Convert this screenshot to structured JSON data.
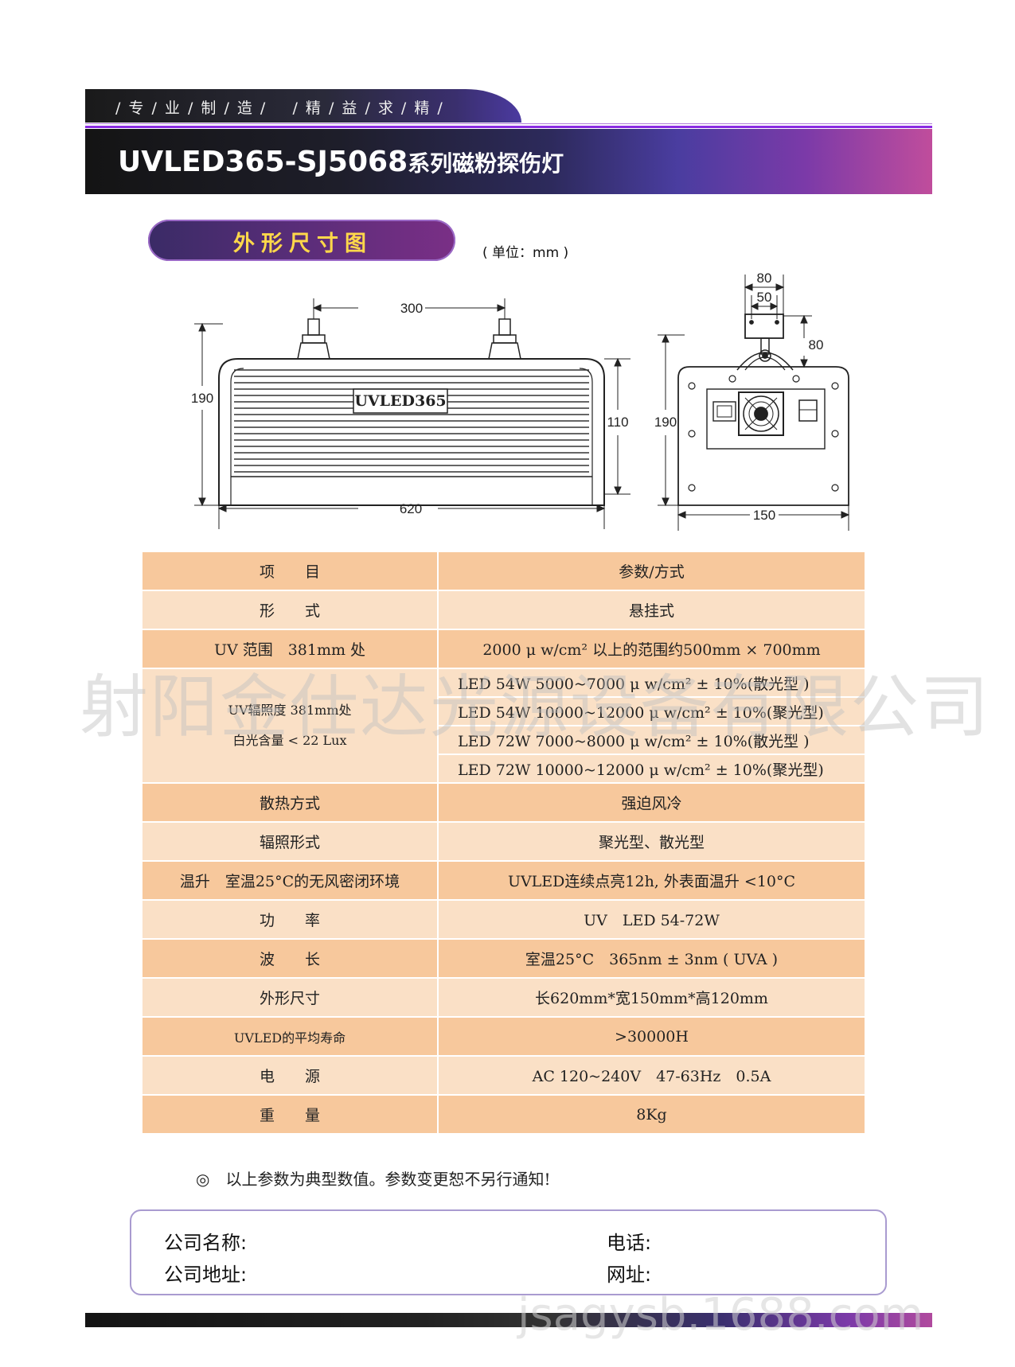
{
  "header": {
    "tagline": "/ 专 / 业 / 制 / 造 /    / 精 / 益 / 求 / 精 /",
    "title_model": "UVLED365-SJ5068",
    "title_suffix": "系列磁粉探伤灯"
  },
  "section": {
    "title": "外形尺寸图",
    "unit_note": "( 单位：mm )"
  },
  "drawing": {
    "front": {
      "label": "UVLED365",
      "width": "620",
      "mount_spacing": "300",
      "height_total": "190",
      "height_body": "110"
    },
    "side": {
      "width": "150",
      "height_total": "190",
      "bracket_outer": "80",
      "bracket_inner": "50",
      "bracket_height": "80"
    }
  },
  "table": {
    "header": {
      "item": "项　　目",
      "value": "参数/方式"
    },
    "form": {
      "label": "形　　式",
      "value": "悬挂式"
    },
    "uv_range": {
      "label": "UV 范围　381mm 处",
      "value": "2000 μ w/cm² 以上的范围约500mm × 700mm"
    },
    "irradiance": {
      "label_line1": "UV辐照度 381mm处",
      "label_line2": "白光含量 < 22 Lux",
      "values": [
        "LED 54W 5000~7000 μ w/cm² ± 10%(散光型 )",
        "LED 54W 10000~12000 μ w/cm² ± 10%(聚光型)",
        "LED 72W 7000~8000 μ w/cm² ± 10%(散光型 )",
        "LED 72W 10000~12000 μ w/cm² ± 10%(聚光型)"
      ]
    },
    "rows": [
      {
        "label": "散热方式",
        "value": "强迫风冷"
      },
      {
        "label": "辐照形式",
        "value": "聚光型、散光型"
      },
      {
        "label": "温升　室温25°C的无风密闭环境",
        "value": "UVLED连续点亮12h, 外表面温升 <10°C"
      },
      {
        "label": "功　　率",
        "value": "UV　LED 54-72W"
      },
      {
        "label": "波　　长",
        "value": "室温25°C　365nm ± 3nm ( UVA )"
      },
      {
        "label": "外形尺寸",
        "value": "长620mm*宽150mm*高120mm"
      },
      {
        "label": "UVLED的平均寿命",
        "value": ">30000H"
      },
      {
        "label": "电　　源",
        "value": "AC 120~240V　47-63Hz　0.5A"
      },
      {
        "label": "重　　量",
        "value": "8Kg"
      }
    ]
  },
  "watermark": "射阳金仕达光源设备有限公司",
  "footnote": "◎　以上参数为典型数值。参数变更恕不另行通知!",
  "contact": {
    "company_name": "公司名称:",
    "company_address": "公司地址:",
    "phone": "电话:",
    "website": "网址:"
  },
  "bottom_watermark": "jsagysb.1688.com"
}
